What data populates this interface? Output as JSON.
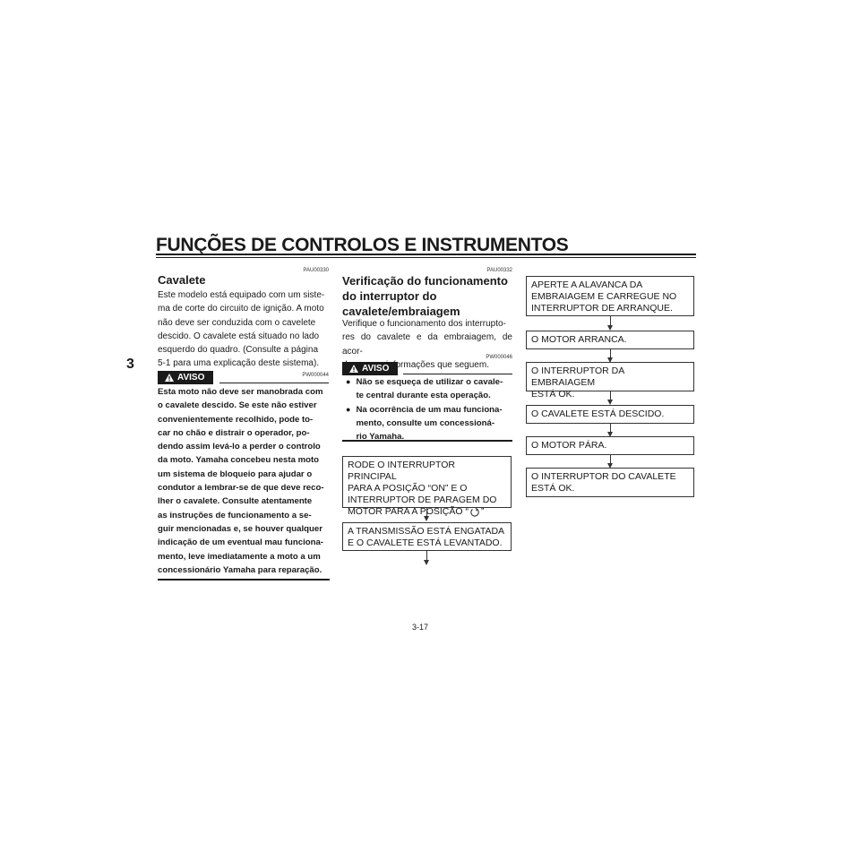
{
  "page": {
    "title": "FUNÇÕES DE CONTROLOS E INSTRUMENTOS",
    "chapter_tab": "3",
    "page_number": "3-17"
  },
  "left_column": {
    "ref_code": "PAU00330",
    "heading": "Cavalete",
    "body_lines": [
      "Este modelo está equipado com um siste-",
      "ma de corte do circuito de ignição. A moto",
      "não deve ser conduzida com o cavelete",
      "descido. O cavalete está situado no lado",
      "esquerdo do quadro. (Consulte a página",
      "5-1 para uma explicação deste sistema)."
    ],
    "warning_code": "PW000044",
    "warning_label": "AVISO",
    "warning_lines": [
      "Esta moto não deve ser manobrada com",
      "o cavalete descido. Se este não estiver",
      "convenientemente recolhido, pode to-",
      "car no chão e distrair o operador, po-",
      "dendo assim levá-lo a perder o controlo",
      "da moto. Yamaha concebeu nesta moto",
      "um sistema de bloqueio para ajudar o",
      "condutor a lembrar-se de que deve reco-",
      "lher o cavalete. Consulte atentamente",
      "as instruções de funcionamento a se-",
      "guir mencionadas e, se houver qualquer",
      "indicação de um eventual mau funciona-",
      "mento, leve imediatamente a moto a um",
      "concessionário Yamaha para reparação."
    ]
  },
  "middle_column": {
    "ref_code": "PAU00332",
    "heading_lines": [
      "Verificação do funcionamento",
      "do interruptor do",
      "cavalete/embraiagem"
    ],
    "body_lines": [
      "Verifique o funcionamento dos interrupto-",
      "res do cavalete e da embraiagem, de acor-",
      "do com as informações que seguem."
    ],
    "warning_code": "PW000046",
    "warning_label": "AVISO",
    "warning_bullets": [
      [
        "Não se esqueça de utilizar o cavale-",
        "te central durante esta operação."
      ],
      [
        "Na ocorrência de um mau funciona-",
        "mento, consulte um concessioná-",
        "rio Yamaha."
      ]
    ],
    "flow_boxes": [
      [
        "RODE O INTERRUPTOR PRINCIPAL",
        "PARA A POSIÇÃO “ON” E O",
        "INTERRUPTOR DE PARAGEM DO",
        "MOTOR PARA A POSIÇÃO “",
        "”"
      ],
      [
        "A TRANSMISSÃO ESTÁ ENGATADA",
        "E O CAVALETE ESTÁ LEVANTADO."
      ]
    ]
  },
  "right_column": {
    "flow_boxes": [
      [
        "APERTE A ALAVANCA DA",
        "EMBRAIAGEM E CARREGUE NO",
        "INTERRUPTOR DE ARRANQUE."
      ],
      [
        "O MOTOR ARRANCA."
      ],
      [
        "O INTERRUPTOR DA EMBRAIAGEM",
        "ESTÁ OK."
      ],
      [
        "O CAVALETE ESTÁ DESCIDO."
      ],
      [
        "O MOTOR PÁRA."
      ],
      [
        "O INTERRUPTOR DO CAVALETE",
        "ESTÁ OK."
      ]
    ]
  }
}
